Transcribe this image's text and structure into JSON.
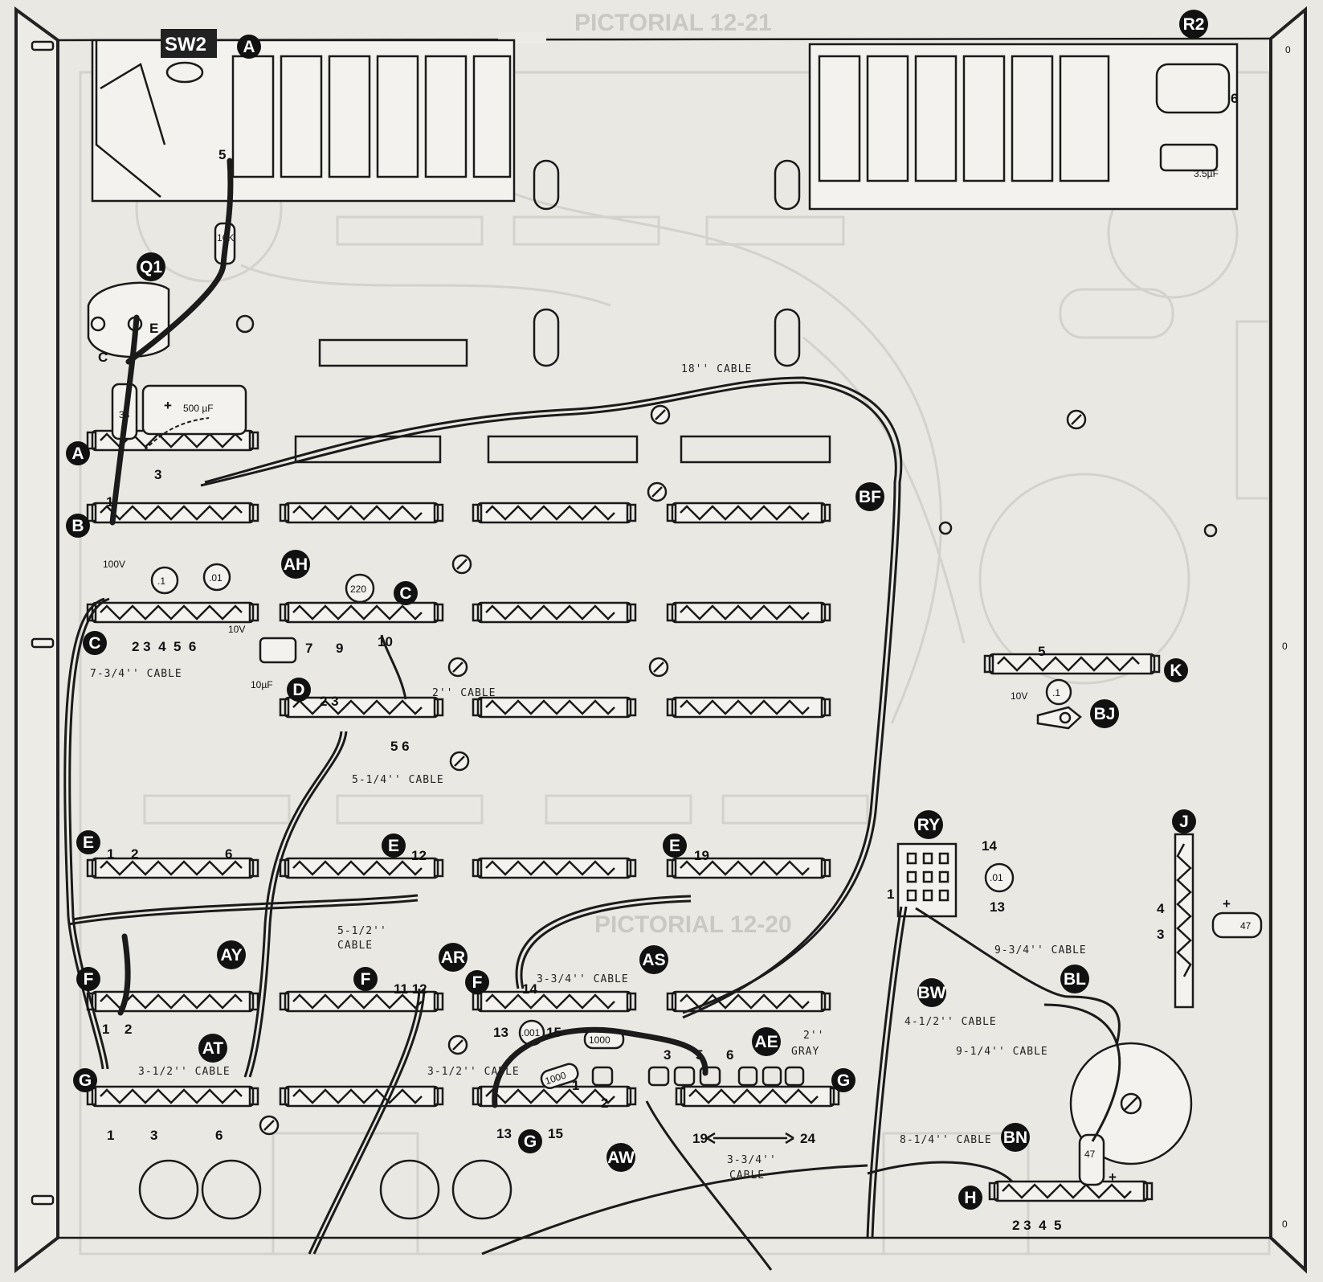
{
  "header": {
    "title": "PICTORIAL 12-21",
    "ghost_label": "PICTORIAL 12-20"
  },
  "components": {
    "sw2": "SW2",
    "r2": "R2",
    "q1": "Q1",
    "ry": "RY",
    "resistor_16k": "16K",
    "resistor_33": "33",
    "cap_500": "500 µF",
    "cap_10uf": "10µF",
    "cap_3_5uf": "3.5µF",
    "cap_220": "220",
    "cap_01": ".01",
    "cap_1": ".1",
    "cap_001": ".001",
    "cap_47_a": "47",
    "cap_47_b": "47",
    "res_1000_a": "1000",
    "res_1000_b": "1000",
    "volt_100v": "100V",
    "volt_10v_a": "10V",
    "volt_10v_b": "10V",
    "pin_e": "E",
    "pin_c": "C",
    "plus": "+",
    "minus": "-"
  },
  "badges": [
    "A",
    "B",
    "C",
    "D",
    "E",
    "F",
    "G",
    "H",
    "J",
    "K",
    "AE",
    "AH",
    "AR",
    "AS",
    "AT",
    "AW",
    "AY",
    "BF",
    "BJ",
    "BL",
    "BN",
    "BW",
    "RY",
    "SW2",
    "R2",
    "Q1"
  ],
  "cables": {
    "c18": "18'' CABLE",
    "c7_3_4": "7-3/4'' CABLE",
    "c2": "2'' CABLE",
    "c5_1_4": "5-1/4'' CABLE",
    "c5_1_2a": "5-1/2''",
    "c5_1_2b": "CABLE",
    "c3_3_4a": "3-3/4'' CABLE",
    "c9_3_4": "9-3/4'' CABLE",
    "c4_1_2": "4-1/2'' CABLE",
    "c9_1_4": "9-1/4'' CABLE",
    "c3_1_2a": "3-1/2'' CABLE",
    "c3_1_2b": "3-1/2'' CABLE",
    "c2gray_a": "2''",
    "c2gray_b": "GRAY",
    "c3_3_4b1": "3-3/4''",
    "c3_3_4b2": "CABLE",
    "c8_1_4": "8-1/4'' CABLE"
  },
  "lug_numbers": {
    "a3": "3",
    "b1": "1",
    "a5": "5",
    "r2_6": "6",
    "c_row": "2 3  4  5  6",
    "c7": "7",
    "c9": "9",
    "c10": "10",
    "d23": "2 3",
    "d56": "5 6",
    "e1": "1",
    "e2": "2",
    "e6": "6",
    "e12": "12",
    "e19": "19",
    "f1": "1",
    "f2": "2",
    "f11_12": "11 12",
    "f14": "14",
    "f13": "13",
    "f15": "15",
    "g1": "1",
    "g3": "3",
    "g6": "6",
    "g13": "13",
    "g15": "15",
    "g19": "19",
    "g24": "24",
    "ae1": "1",
    "ae2": "2",
    "ae3": "3",
    "ae5": "5",
    "ae6": "6",
    "ry1": "1",
    "ry13": "13",
    "ry14": "14",
    "j4": "4",
    "j3": "3",
    "h2345": "2 3  4  5",
    "k5": "5",
    "edge0a": "0",
    "edge0b": "0",
    "edge0c": "0"
  }
}
